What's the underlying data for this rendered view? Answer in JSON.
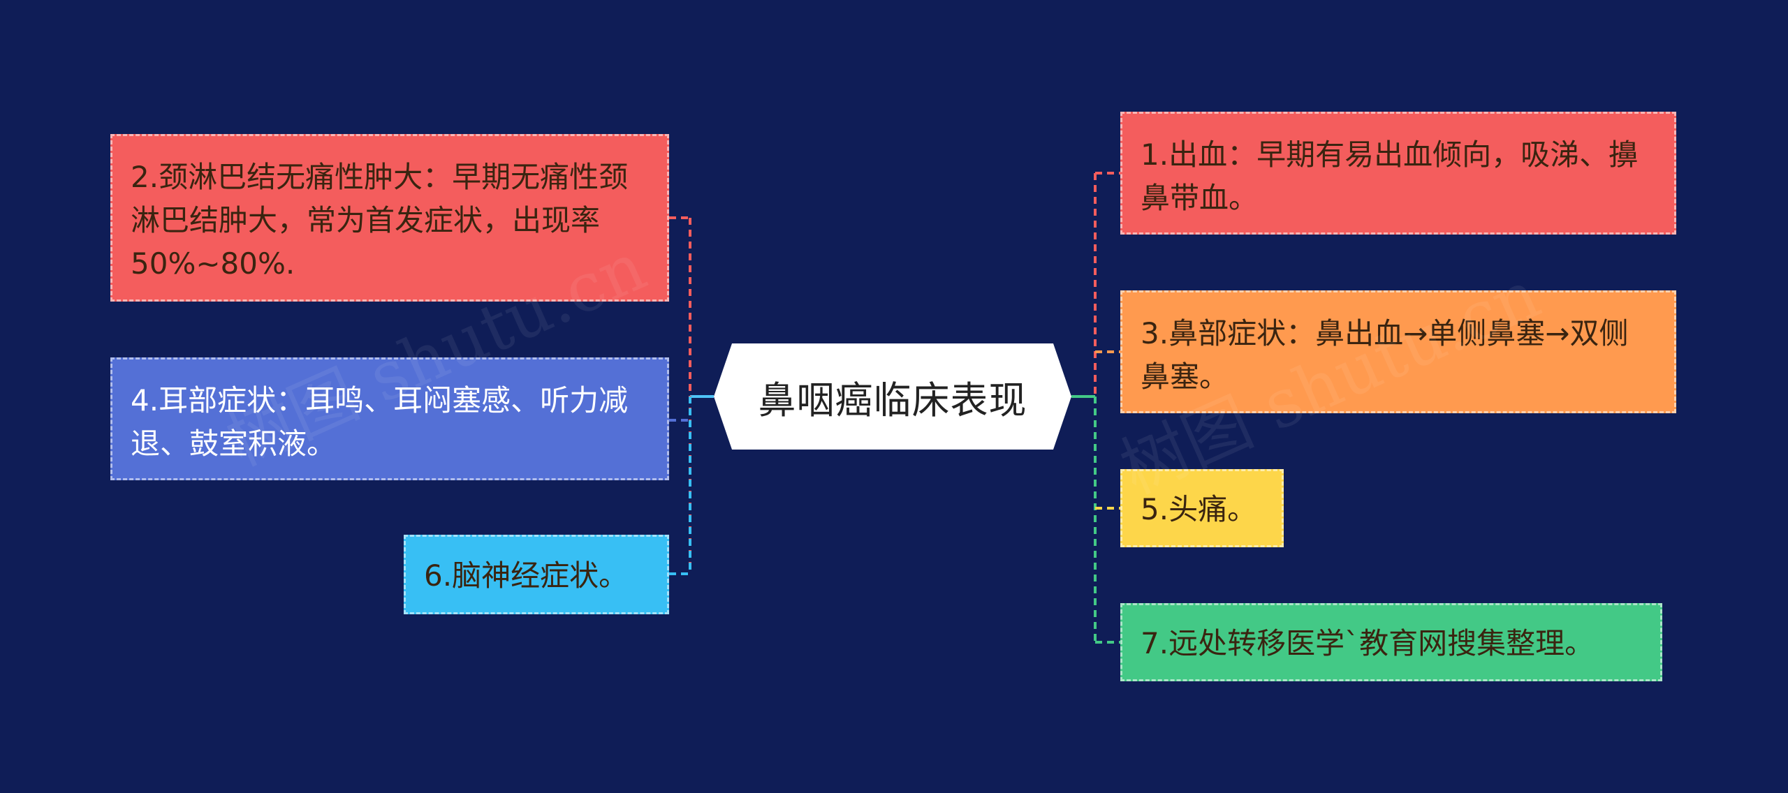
{
  "root": {
    "label": "鼻咽癌临床表现"
  },
  "nodes": {
    "n1": {
      "text": "1.出血：早期有易出血倾向，吸涕、擤鼻带血。",
      "color": "#f45d5d"
    },
    "n2": {
      "text": "2.颈淋巴结无痛性肿大：早期无痛性颈淋巴结肿大，常为首发症状，出现率50%~80%.",
      "color": "#f45d5d"
    },
    "n3": {
      "text": "3.鼻部症状：鼻出血→单侧鼻塞→双侧鼻塞。",
      "color": "#ff9a4f"
    },
    "n4": {
      "text": "4.耳部症状：耳鸣、耳闷塞感、听力减退、鼓室积液。",
      "color": "#5470d6"
    },
    "n5": {
      "text": "5.头痛。",
      "color": "#fdd64a"
    },
    "n6": {
      "text": "6.脑神经症状。",
      "color": "#38bff4"
    },
    "n7": {
      "text": "7.远处转移医学`教育网搜集整理。",
      "color": "#43c986"
    }
  },
  "watermark": {
    "text": "树图 shutu.cn"
  },
  "colors": {
    "background": "#0f1d57",
    "root_fill": "#ffffff"
  }
}
